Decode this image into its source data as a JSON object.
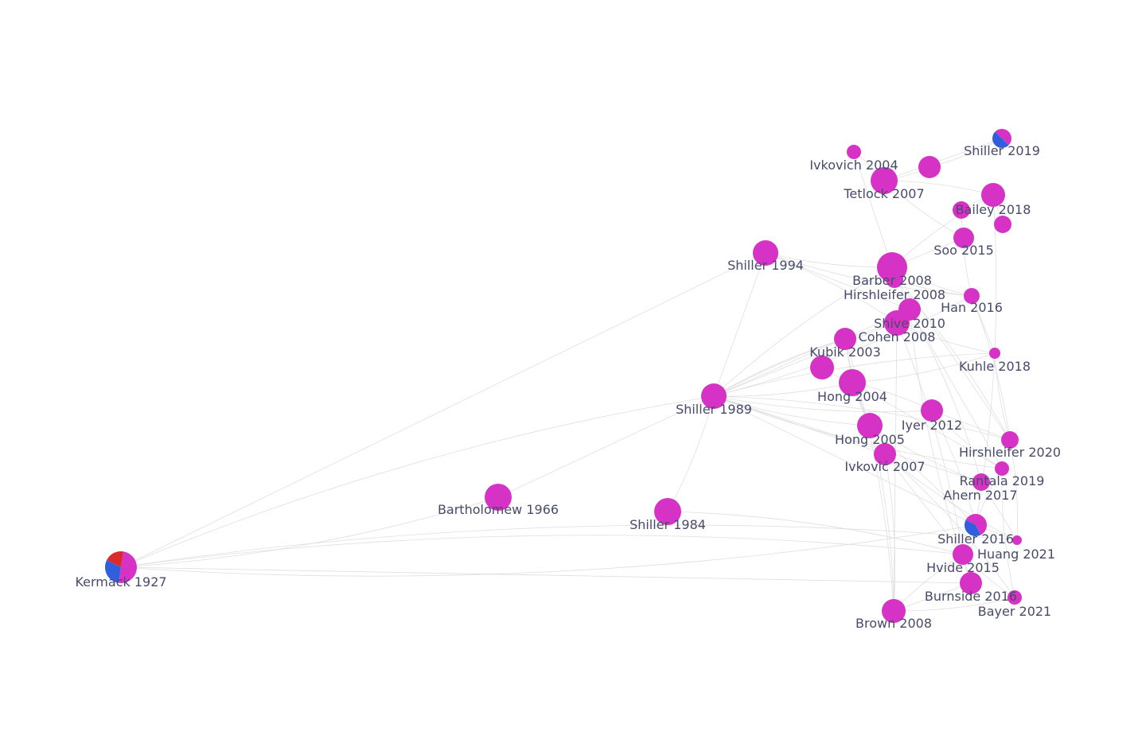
{
  "colors": {
    "primary_node": "#d633c6",
    "secondary_node": "#2f5fdc",
    "tertiary_node": "#d92b2b",
    "edge": "#d9d9d9",
    "label": "#474b6a"
  },
  "nodes": [
    {
      "id": "kermack-1927",
      "label": "Kermack 1927",
      "mix": [
        0.5,
        0.3,
        0.2
      ]
    },
    {
      "id": "bartholomew-1966",
      "label": "Bartholomew 1966",
      "mix": [
        1,
        0,
        0
      ]
    },
    {
      "id": "shiller-1984",
      "label": "Shiller 1984",
      "mix": [
        1,
        0,
        0
      ]
    },
    {
      "id": "shiller-1989",
      "label": "Shiller 1989",
      "mix": [
        1,
        0,
        0
      ]
    },
    {
      "id": "shiller-1994",
      "label": "Shiller 1994",
      "mix": [
        1,
        0,
        0
      ]
    },
    {
      "id": "kubik-2003",
      "label": "Kubik 2003",
      "mix": [
        1,
        0,
        0
      ]
    },
    {
      "id": "ivkovich-2004",
      "label": "Ivkovich 2004",
      "mix": [
        1,
        0,
        0
      ]
    },
    {
      "id": "hong-2004",
      "label": "Hong 2004",
      "mix": [
        1,
        0,
        0
      ]
    },
    {
      "id": "hong-2005",
      "label": "Hong 2005",
      "mix": [
        1,
        0,
        0
      ]
    },
    {
      "id": "tetlock-2007",
      "label": "Tetlock 2007",
      "mix": [
        1,
        0,
        0
      ]
    },
    {
      "id": "ivkovic-2007",
      "label": "Ivković 2007",
      "mix": [
        1,
        0,
        0
      ]
    },
    {
      "id": "barber-2008",
      "label": "Barber 2008",
      "mix": [
        1,
        0,
        0
      ]
    },
    {
      "id": "hirshleifer-2008",
      "label": "Hirshleifer 2008",
      "mix": [
        1,
        0,
        0
      ]
    },
    {
      "id": "cohen-2008",
      "label": "Cohen 2008",
      "mix": [
        1,
        0,
        0
      ]
    },
    {
      "id": "brown-2008",
      "label": "Brown 2008",
      "mix": [
        1,
        0,
        0
      ]
    },
    {
      "id": "shive-2010",
      "label": "Shive 2010",
      "mix": [
        1,
        0,
        0
      ]
    },
    {
      "id": "iyer-2012",
      "label": "Iyer 2012",
      "mix": [
        1,
        0,
        0
      ]
    },
    {
      "id": "soo-2015",
      "label": "Soo 2015",
      "mix": [
        1,
        0,
        0
      ]
    },
    {
      "id": "hvide-2015",
      "label": "Hvide 2015",
      "mix": [
        1,
        0,
        0
      ]
    },
    {
      "id": "han-2016",
      "label": "Han 2016",
      "mix": [
        1,
        0,
        0
      ]
    },
    {
      "id": "shiller-2016",
      "label": "Shiller 2016",
      "mix": [
        0.6,
        0.4,
        0
      ]
    },
    {
      "id": "burnside-2016",
      "label": "Burnside 2016",
      "mix": [
        1,
        0,
        0
      ]
    },
    {
      "id": "ahern-2017",
      "label": "Ahern 2017",
      "mix": [
        1,
        0,
        0
      ]
    },
    {
      "id": "bailey-2018",
      "label": "Bailey 2018",
      "mix": [
        1,
        0,
        0
      ]
    },
    {
      "id": "kuhle-2018",
      "label": "Kuhle 2018",
      "mix": [
        1,
        0,
        0
      ]
    },
    {
      "id": "shiller-2019",
      "label": "Shiller 2019",
      "mix": [
        0.5,
        0.5,
        0
      ]
    },
    {
      "id": "rantala-2019",
      "label": "Rantala 2019",
      "mix": [
        1,
        0,
        0
      ]
    },
    {
      "id": "hirshleifer-2020",
      "label": "Hirshleifer 2020",
      "mix": [
        1,
        0,
        0
      ]
    },
    {
      "id": "huang-2021",
      "label": "Huang 2021",
      "mix": [
        1,
        0,
        0
      ]
    },
    {
      "id": "bayer-2021",
      "label": "Bayer 2021",
      "mix": [
        1,
        0,
        0
      ]
    },
    {
      "id": "u1",
      "label": "",
      "mix": [
        1,
        0,
        0
      ]
    },
    {
      "id": "u2",
      "label": "",
      "mix": [
        1,
        0,
        0
      ]
    },
    {
      "id": "u3",
      "label": "",
      "mix": [
        1,
        0,
        0
      ]
    },
    {
      "id": "u4",
      "label": "",
      "mix": [
        1,
        0,
        0
      ]
    },
    {
      "id": "u5",
      "label": "",
      "mix": [
        1,
        0,
        0
      ]
    },
    {
      "id": "u6",
      "label": "",
      "mix": [
        1,
        0,
        0
      ]
    }
  ],
  "edges": [
    [
      "kermack-1927",
      "shiller-1989"
    ],
    [
      "kermack-1927",
      "shiller-1994"
    ],
    [
      "kermack-1927",
      "shiller-2016"
    ],
    [
      "kermack-1927",
      "hvide-2015"
    ],
    [
      "kermack-1927",
      "burnside-2016"
    ],
    [
      "kermack-1927",
      "bartholomew-1966"
    ],
    [
      "kermack-1927",
      "huang-2021"
    ],
    [
      "bartholomew-1966",
      "shiller-1989"
    ],
    [
      "shiller-1984",
      "shiller-1989"
    ],
    [
      "shiller-1984",
      "hvide-2015"
    ],
    [
      "shiller-1989",
      "shiller-1994"
    ],
    [
      "shiller-1989",
      "hong-2004"
    ],
    [
      "shiller-1989",
      "kubik-2003"
    ],
    [
      "shiller-1989",
      "ivkovic-2007"
    ],
    [
      "shiller-1989",
      "hong-2005"
    ],
    [
      "shiller-1989",
      "cohen-2008"
    ],
    [
      "shiller-1989",
      "shive-2010"
    ],
    [
      "shiller-1989",
      "iyer-2012"
    ],
    [
      "shiller-1989",
      "hirshleifer-2020"
    ],
    [
      "shiller-1989",
      "shiller-2016"
    ],
    [
      "shiller-1989",
      "rantala-2019"
    ],
    [
      "shiller-1989",
      "kuhle-2018"
    ],
    [
      "shiller-1989",
      "ahern-2017"
    ],
    [
      "shiller-1989",
      "han-2016"
    ],
    [
      "shiller-1989",
      "barber-2008"
    ],
    [
      "shiller-1989",
      "u4"
    ],
    [
      "shiller-1994",
      "barber-2008"
    ],
    [
      "shiller-1994",
      "cohen-2008"
    ],
    [
      "shiller-1994",
      "shive-2010"
    ],
    [
      "shiller-1994",
      "han-2016"
    ],
    [
      "ivkovich-2004",
      "tetlock-2007"
    ],
    [
      "ivkovich-2004",
      "barber-2008"
    ],
    [
      "tetlock-2007",
      "soo-2015"
    ],
    [
      "tetlock-2007",
      "bailey-2018"
    ],
    [
      "tetlock-2007",
      "shiller-2019"
    ],
    [
      "u1",
      "shiller-2019"
    ],
    [
      "u1",
      "tetlock-2007"
    ],
    [
      "u2",
      "bailey-2018"
    ],
    [
      "u3",
      "soo-2015"
    ],
    [
      "u3",
      "bailey-2018"
    ],
    [
      "barber-2008",
      "soo-2015"
    ],
    [
      "barber-2008",
      "han-2016"
    ],
    [
      "barber-2008",
      "bailey-2018"
    ],
    [
      "barber-2008",
      "hirshleifer-2020"
    ],
    [
      "hirshleifer-2008",
      "han-2016"
    ],
    [
      "hirshleifer-2008",
      "hirshleifer-2020"
    ],
    [
      "cohen-2008",
      "brown-2008"
    ],
    [
      "cohen-2008",
      "kuhle-2018"
    ],
    [
      "cohen-2008",
      "hvide-2015"
    ],
    [
      "shive-2010",
      "rantala-2019"
    ],
    [
      "shive-2010",
      "burnside-2016"
    ],
    [
      "shive-2010",
      "ahern-2017"
    ],
    [
      "kubik-2003",
      "hong-2004"
    ],
    [
      "kubik-2003",
      "hong-2005"
    ],
    [
      "kubik-2003",
      "brown-2008"
    ],
    [
      "hong-2004",
      "hong-2005"
    ],
    [
      "hong-2004",
      "ivkovic-2007"
    ],
    [
      "hong-2004",
      "iyer-2012"
    ],
    [
      "hong-2004",
      "rantala-2019"
    ],
    [
      "hong-2004",
      "kuhle-2018"
    ],
    [
      "hong-2005",
      "brown-2008"
    ],
    [
      "hong-2005",
      "shiller-2016"
    ],
    [
      "hong-2005",
      "ahern-2017"
    ],
    [
      "ivkovic-2007",
      "brown-2008"
    ],
    [
      "ivkovic-2007",
      "hvide-2015"
    ],
    [
      "ivkovic-2007",
      "huang-2021"
    ],
    [
      "ivkovic-2007",
      "bayer-2021"
    ],
    [
      "iyer-2012",
      "hirshleifer-2020"
    ],
    [
      "iyer-2012",
      "rantala-2019"
    ],
    [
      "iyer-2012",
      "shiller-2016"
    ],
    [
      "brown-2008",
      "burnside-2016"
    ],
    [
      "brown-2008",
      "bayer-2021"
    ],
    [
      "brown-2008",
      "hvide-2015"
    ],
    [
      "shiller-2016",
      "huang-2021"
    ],
    [
      "shiller-2016",
      "burnside-2016"
    ],
    [
      "shiller-2016",
      "rantala-2019"
    ],
    [
      "hvide-2015",
      "burnside-2016"
    ],
    [
      "hvide-2015",
      "bayer-2021"
    ],
    [
      "han-2016",
      "hirshleifer-2020"
    ],
    [
      "han-2016",
      "kuhle-2018"
    ],
    [
      "kuhle-2018",
      "hirshleifer-2020"
    ],
    [
      "u5",
      "shive-2010"
    ],
    [
      "u5",
      "barber-2008"
    ],
    [
      "u6",
      "hong-2004"
    ],
    [
      "u6",
      "kubik-2003"
    ],
    [
      "u4",
      "cohen-2008"
    ],
    [
      "soo-2015",
      "han-2016"
    ],
    [
      "bailey-2018",
      "shiller-2016"
    ],
    [
      "ahern-2017",
      "huang-2021"
    ],
    [
      "rantala-2019",
      "bayer-2021"
    ],
    [
      "hirshleifer-2020",
      "huang-2021"
    ]
  ]
}
